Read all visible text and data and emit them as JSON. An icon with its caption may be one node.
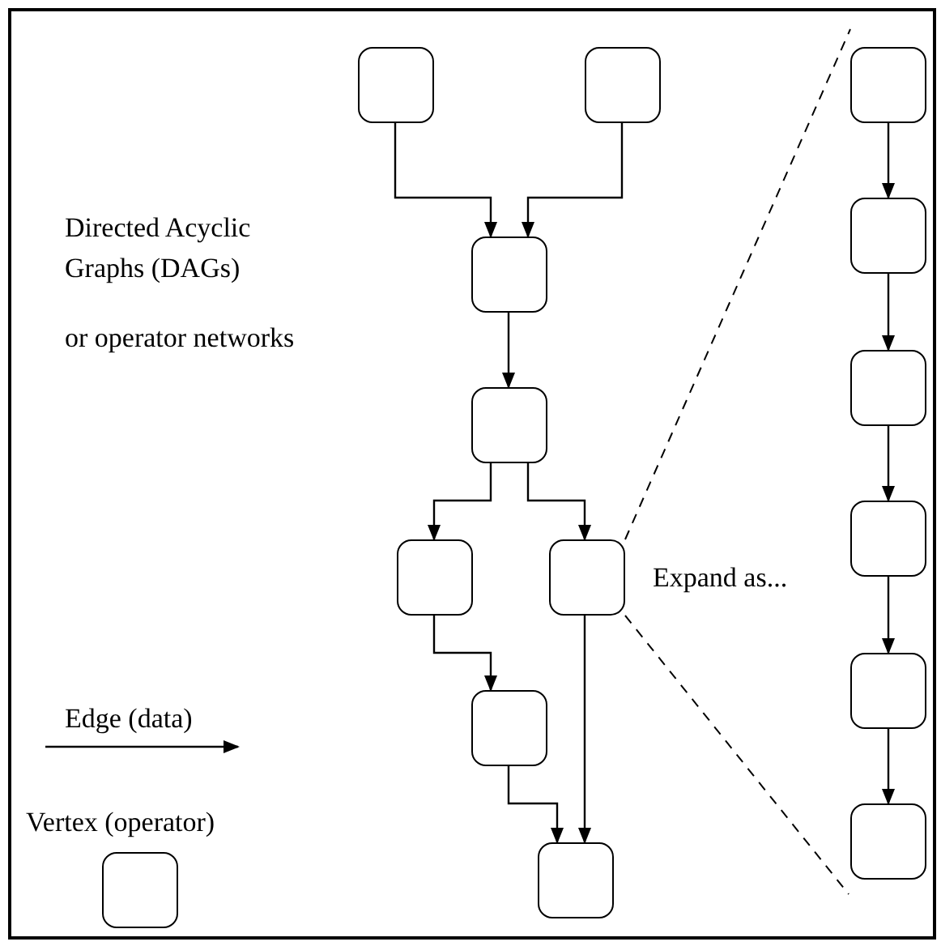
{
  "diagram": {
    "nodes": [
      {
        "text": [],
        "shape": "box"
      },
      {
        "text": [],
        "shape": "box"
      },
      {
        "text": [],
        "shape": "box"
      },
      {
        "text": [],
        "shape": "box"
      },
      {
        "text": [],
        "shape": "box"
      },
      {
        "text": [],
        "shape": "box"
      },
      {
        "text": [],
        "shape": "box"
      },
      {
        "text": [],
        "shape": "box"
      },
      {
        "text": [],
        "shape": "box"
      },
      {
        "text": [],
        "shape": "box"
      },
      {
        "text": [],
        "shape": "box"
      },
      {
        "text": [],
        "shape": "box"
      },
      {
        "text": [],
        "shape": "box"
      },
      {
        "text": [],
        "shape": "box"
      }
    ],
    "edges": [
      {
        "from": 0,
        "to": 2,
        "arrow": "to"
      },
      {
        "from": 1,
        "to": 2,
        "arrow": "to"
      },
      {
        "from": 2,
        "to": 3,
        "arrow": "to"
      },
      {
        "from": 3,
        "to": 4,
        "arrow": "to"
      },
      {
        "from": 3,
        "to": 5,
        "arrow": "to"
      },
      {
        "from": 4,
        "to": 6,
        "arrow": "to"
      },
      {
        "from": 6,
        "to": 7,
        "arrow": "to"
      },
      {
        "from": 5,
        "to": 7,
        "arrow": "to"
      },
      {
        "from": 8,
        "to": 9,
        "arrow": "to"
      },
      {
        "from": 9,
        "to": 10,
        "arrow": "to"
      },
      {
        "from": 10,
        "to": 11,
        "arrow": "to"
      },
      {
        "from": 11,
        "to": 12,
        "arrow": "to"
      },
      {
        "from": 12,
        "to": 13,
        "arrow": "to"
      }
    ],
    "labels": [
      "Directed Acyclic Graphs (DAGs)",
      "or operator networks",
      "Expand as..."
    ],
    "legend": [
      {
        "text": "Edge (data)"
      },
      {
        "text": "Vertex (operator)"
      }
    ]
  }
}
